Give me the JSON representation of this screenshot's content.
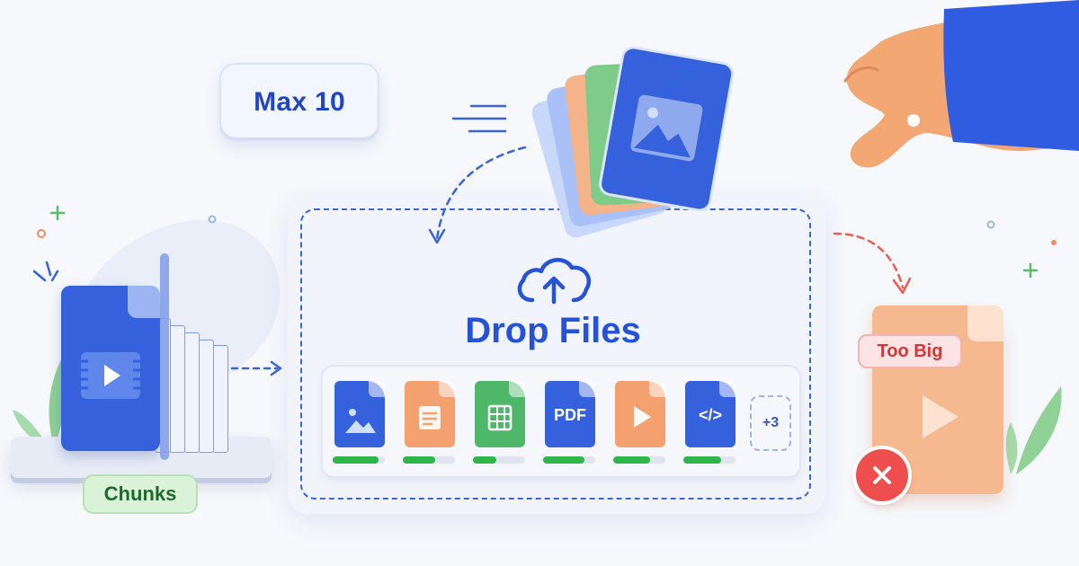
{
  "max_badge": {
    "label": "Max 10"
  },
  "dropzone": {
    "title": "Drop Files",
    "more_count": "+3"
  },
  "files": [
    {
      "type": "image",
      "icon": "image-icon",
      "color": "#3561dd",
      "progress": 0.88
    },
    {
      "type": "document",
      "icon": "document-icon",
      "color": "#f4a06f",
      "progress": 0.62
    },
    {
      "type": "spreadsheet",
      "icon": "spreadsheet-icon",
      "color": "#4fb76a",
      "progress": 0.45
    },
    {
      "type": "pdf",
      "icon": "pdf-icon",
      "color": "#3561dd",
      "label": "PDF",
      "progress": 0.8
    },
    {
      "type": "video",
      "icon": "play-icon",
      "color": "#f4a06f",
      "progress": 0.7
    },
    {
      "type": "code",
      "icon": "code-icon",
      "color": "#3561dd",
      "label": "</>",
      "progress": 0.72
    }
  ],
  "chunks": {
    "label": "Chunks"
  },
  "rejected": {
    "badge": "Too Big"
  },
  "colors": {
    "primary": "#2652d6",
    "success": "#2fb64a",
    "error": "#ef4e4e",
    "chunk_green": "#d9f2d8"
  }
}
